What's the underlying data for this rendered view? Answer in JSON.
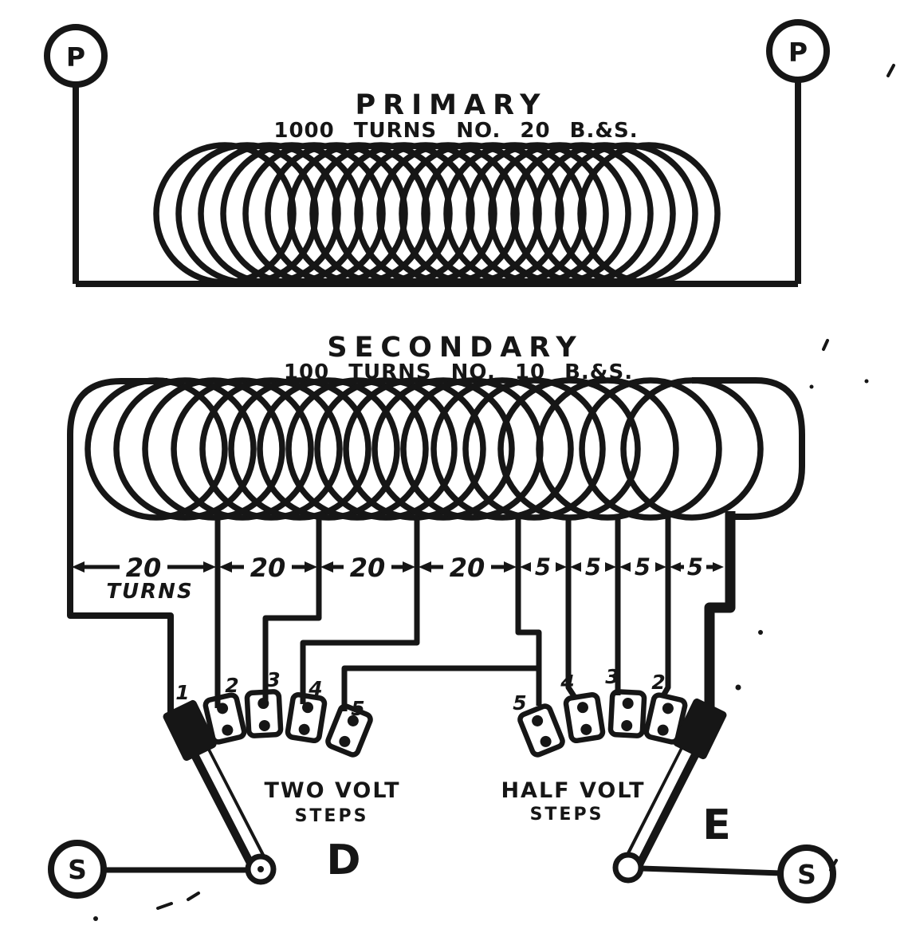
{
  "figure": {
    "ink_color": "#161616",
    "paper_color": "#ffffff",
    "primary": {
      "title": "PRIMARY",
      "spec": "1000 TURNS NO. 20 B.&S.",
      "terminal": "P"
    },
    "secondary": {
      "title": "SECONDARY",
      "spec": "100 TURNS NO. 10 B.&S.",
      "terminal": "S"
    },
    "taps": {
      "turns_labels": [
        "20",
        "20",
        "20",
        "20",
        "5",
        "5",
        "5",
        "5"
      ],
      "turns_word": "TURNS"
    },
    "switch_d": {
      "letter": "D",
      "caption1": "TWO VOLT",
      "caption2": "STEPS",
      "contacts": [
        "1",
        "2",
        "3",
        "4",
        "5"
      ]
    },
    "switch_e": {
      "letter": "E",
      "caption1": "HALF VOLT",
      "caption2": "STEPS",
      "contacts": [
        "5",
        "4",
        "3",
        "2"
      ]
    }
  }
}
